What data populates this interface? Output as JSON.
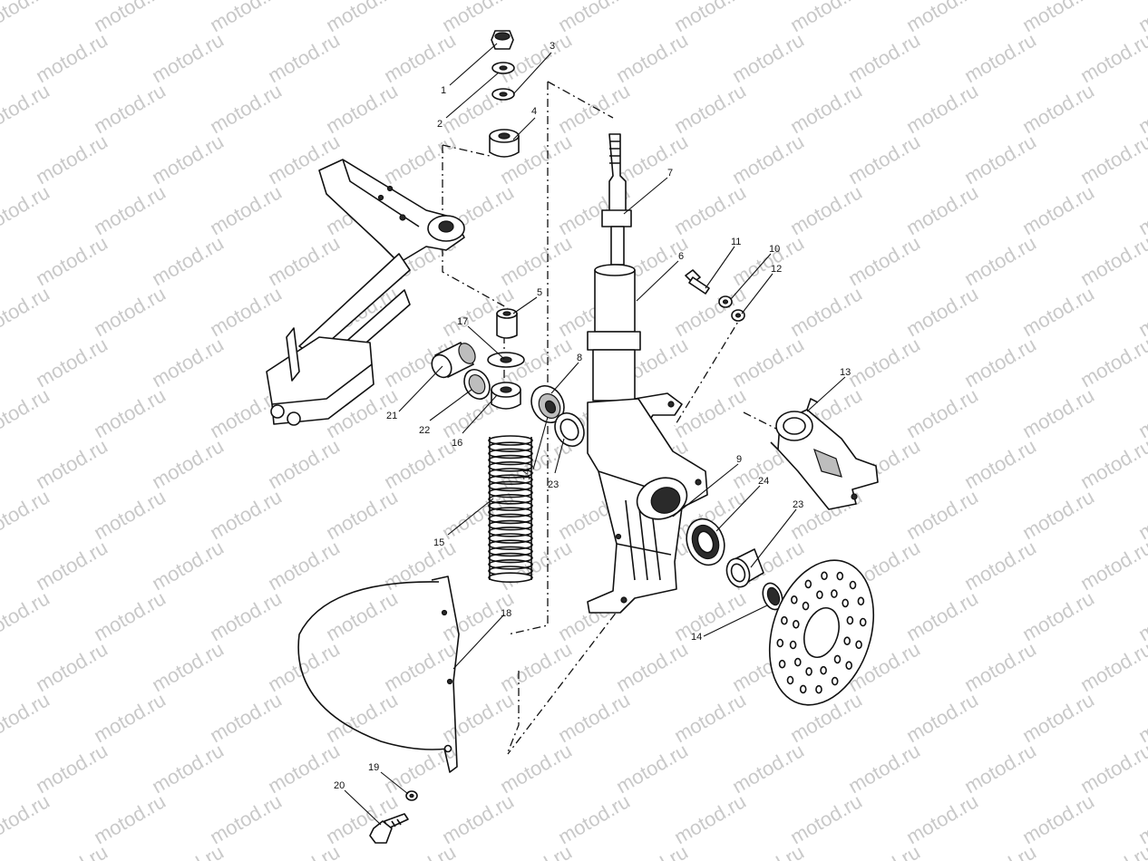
{
  "watermark": "motod.ru",
  "callouts": [
    {
      "id": "c1",
      "label": "1"
    },
    {
      "id": "c2",
      "label": "2"
    },
    {
      "id": "c3",
      "label": "3"
    },
    {
      "id": "c4",
      "label": "4"
    },
    {
      "id": "c5",
      "label": "5"
    },
    {
      "id": "c6",
      "label": "6"
    },
    {
      "id": "c7",
      "label": "7"
    },
    {
      "id": "c8",
      "label": "8"
    },
    {
      "id": "c9",
      "label": "9"
    },
    {
      "id": "c10",
      "label": "10"
    },
    {
      "id": "c11",
      "label": "11"
    },
    {
      "id": "c12",
      "label": "12"
    },
    {
      "id": "c13",
      "label": "13"
    },
    {
      "id": "c14a",
      "label": "14"
    },
    {
      "id": "c14b",
      "label": "14"
    },
    {
      "id": "c15",
      "label": "15"
    },
    {
      "id": "c16",
      "label": "16"
    },
    {
      "id": "c17",
      "label": "17"
    },
    {
      "id": "c18",
      "label": "18"
    },
    {
      "id": "c19",
      "label": "19"
    },
    {
      "id": "c20",
      "label": "20"
    },
    {
      "id": "c21",
      "label": "21"
    },
    {
      "id": "c22",
      "label": "22"
    },
    {
      "id": "c23a",
      "label": "23"
    },
    {
      "id": "c23b",
      "label": "23"
    },
    {
      "id": "c24",
      "label": "24"
    }
  ]
}
